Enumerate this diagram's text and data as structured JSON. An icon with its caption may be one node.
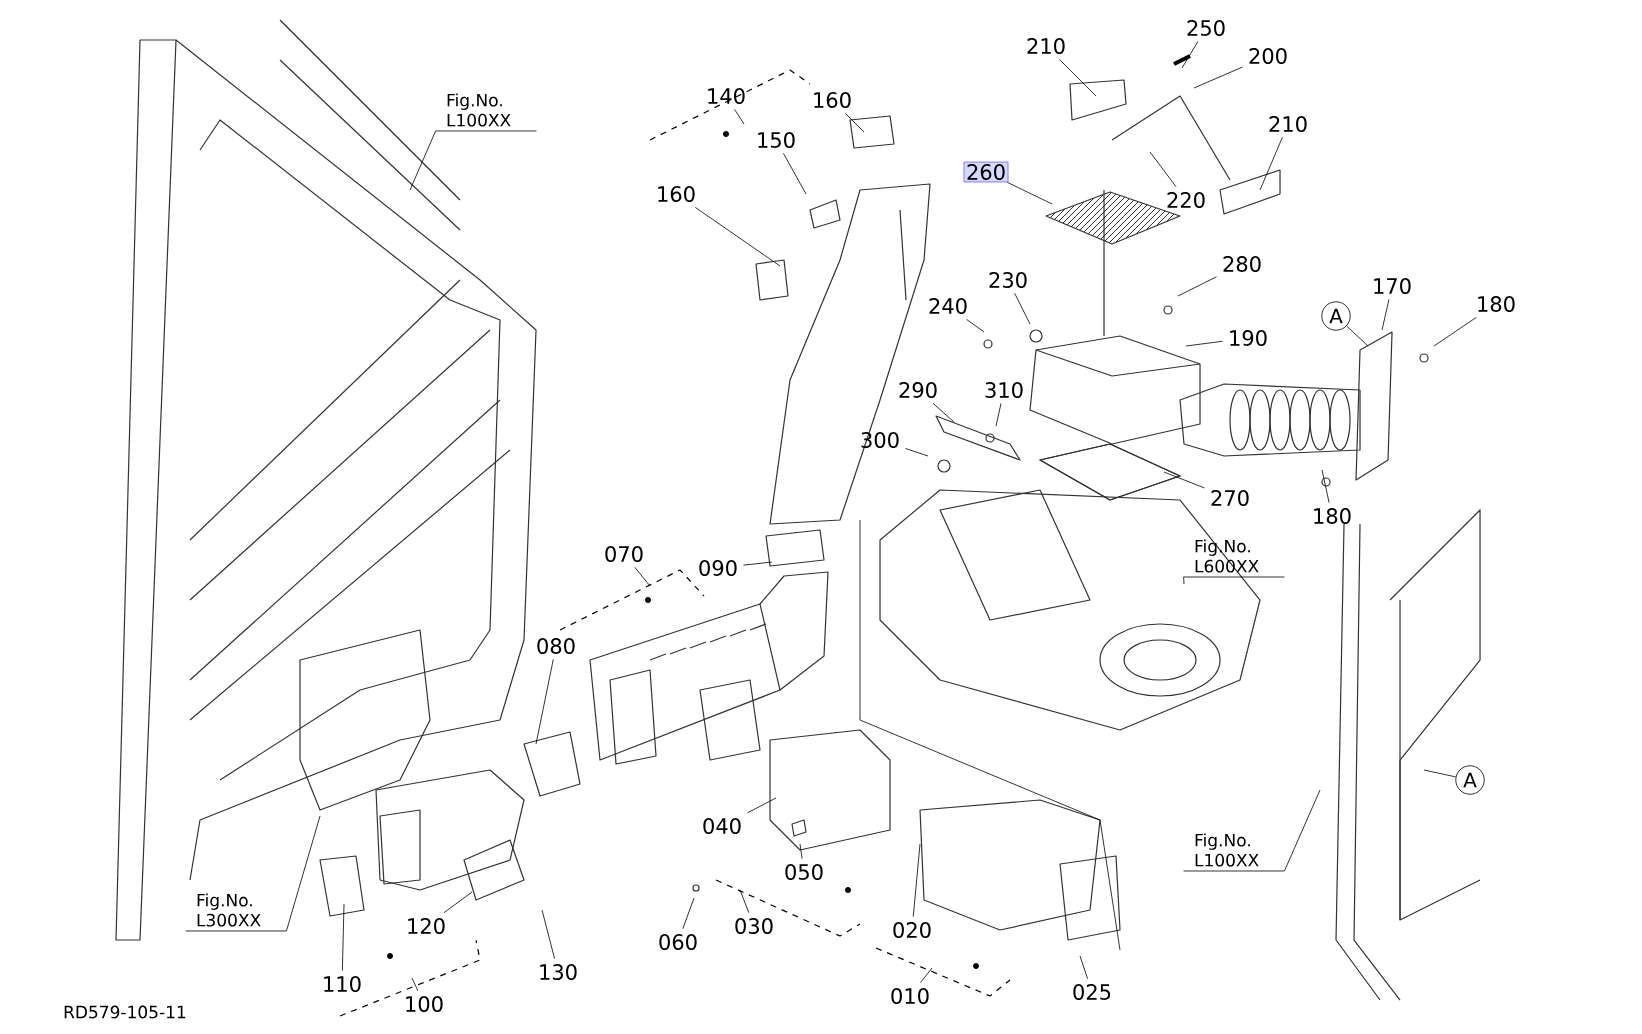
{
  "diagram": {
    "nodes": [
      {
        "text": [
          "Fig.No. L100XX"
        ]
      },
      {
        "text": [
          "140"
        ]
      },
      {
        "text": [
          "160"
        ]
      },
      {
        "text": [
          "150"
        ]
      },
      {
        "text": [
          "160"
        ]
      },
      {
        "text": [
          "260"
        ]
      },
      {
        "text": [
          "210"
        ]
      },
      {
        "text": [
          "250"
        ]
      },
      {
        "text": [
          "200"
        ]
      },
      {
        "text": [
          "210"
        ]
      },
      {
        "text": [
          "220"
        ]
      },
      {
        "text": [
          "230"
        ]
      },
      {
        "text": [
          "240"
        ]
      },
      {
        "text": [
          "280"
        ]
      },
      {
        "text": [
          "190"
        ]
      },
      {
        "text": [
          "170"
        ]
      },
      {
        "text": [
          "180"
        ]
      },
      {
        "text": [
          "A"
        ]
      },
      {
        "text": [
          "290"
        ]
      },
      {
        "text": [
          "310"
        ]
      },
      {
        "text": [
          "300"
        ]
      },
      {
        "text": [
          "270"
        ]
      },
      {
        "text": [
          "180"
        ]
      },
      {
        "text": [
          "Fig.No. L600XX"
        ]
      },
      {
        "text": [
          "A"
        ]
      },
      {
        "text": [
          "Fig.No. L100XX"
        ]
      },
      {
        "text": [
          "070"
        ]
      },
      {
        "text": [
          "090"
        ]
      },
      {
        "text": [
          "080"
        ]
      },
      {
        "text": [
          "040"
        ]
      },
      {
        "text": [
          "050"
        ]
      },
      {
        "text": [
          "030"
        ]
      },
      {
        "text": [
          "060"
        ]
      },
      {
        "text": [
          "020"
        ]
      },
      {
        "text": [
          "010"
        ]
      },
      {
        "text": [
          "025"
        ]
      },
      {
        "text": [
          "120"
        ]
      },
      {
        "text": [
          "130"
        ]
      },
      {
        "text": [
          "110"
        ]
      },
      {
        "text": [
          "100"
        ]
      },
      {
        "text": [
          "Fig.No. L300XX"
        ]
      }
    ],
    "edges": [
      {
        "from": 0,
        "to": null,
        "arrow": "none"
      },
      {
        "from": 1,
        "to": null,
        "arrow": "none"
      },
      {
        "from": 2,
        "to": null,
        "arrow": "none"
      },
      {
        "from": 3,
        "to": null,
        "arrow": "none"
      },
      {
        "from": 4,
        "to": null,
        "arrow": "none"
      },
      {
        "from": 5,
        "to": null,
        "arrow": "none"
      },
      {
        "from": 6,
        "to": null,
        "arrow": "none"
      },
      {
        "from": 7,
        "to": null,
        "arrow": "none"
      },
      {
        "from": 8,
        "to": null,
        "arrow": "none"
      },
      {
        "from": 9,
        "to": null,
        "arrow": "none"
      },
      {
        "from": 10,
        "to": null,
        "arrow": "none"
      },
      {
        "from": 11,
        "to": null,
        "arrow": "none"
      },
      {
        "from": 12,
        "to": null,
        "arrow": "none"
      },
      {
        "from": 13,
        "to": null,
        "arrow": "none"
      },
      {
        "from": 14,
        "to": null,
        "arrow": "none"
      },
      {
        "from": 15,
        "to": null,
        "arrow": "none"
      },
      {
        "from": 16,
        "to": null,
        "arrow": "none"
      },
      {
        "from": 17,
        "to": null,
        "arrow": "none"
      },
      {
        "from": 18,
        "to": null,
        "arrow": "none"
      },
      {
        "from": 19,
        "to": null,
        "arrow": "none"
      },
      {
        "from": 20,
        "to": null,
        "arrow": "none"
      },
      {
        "from": 21,
        "to": null,
        "arrow": "none"
      },
      {
        "from": 22,
        "to": null,
        "arrow": "none"
      },
      {
        "from": 23,
        "to": null,
        "arrow": "none"
      },
      {
        "from": 24,
        "to": null,
        "arrow": "none"
      },
      {
        "from": 25,
        "to": null,
        "arrow": "none"
      },
      {
        "from": 26,
        "to": null,
        "arrow": "none"
      },
      {
        "from": 27,
        "to": null,
        "arrow": "none"
      },
      {
        "from": 28,
        "to": null,
        "arrow": "none"
      },
      {
        "from": 29,
        "to": null,
        "arrow": "none"
      },
      {
        "from": 30,
        "to": null,
        "arrow": "none"
      },
      {
        "from": 31,
        "to": null,
        "arrow": "none"
      },
      {
        "from": 32,
        "to": null,
        "arrow": "none"
      },
      {
        "from": 33,
        "to": null,
        "arrow": "none"
      },
      {
        "from": 34,
        "to": null,
        "arrow": "none"
      },
      {
        "from": 35,
        "to": null,
        "arrow": "none"
      },
      {
        "from": 36,
        "to": null,
        "arrow": "none"
      },
      {
        "from": 37,
        "to": null,
        "arrow": "none"
      },
      {
        "from": 38,
        "to": null,
        "arrow": "none"
      },
      {
        "from": 39,
        "to": null,
        "arrow": "none"
      },
      {
        "from": 40,
        "to": null,
        "arrow": "none"
      }
    ],
    "labels": [
      "RD579-105-11"
    ]
  }
}
